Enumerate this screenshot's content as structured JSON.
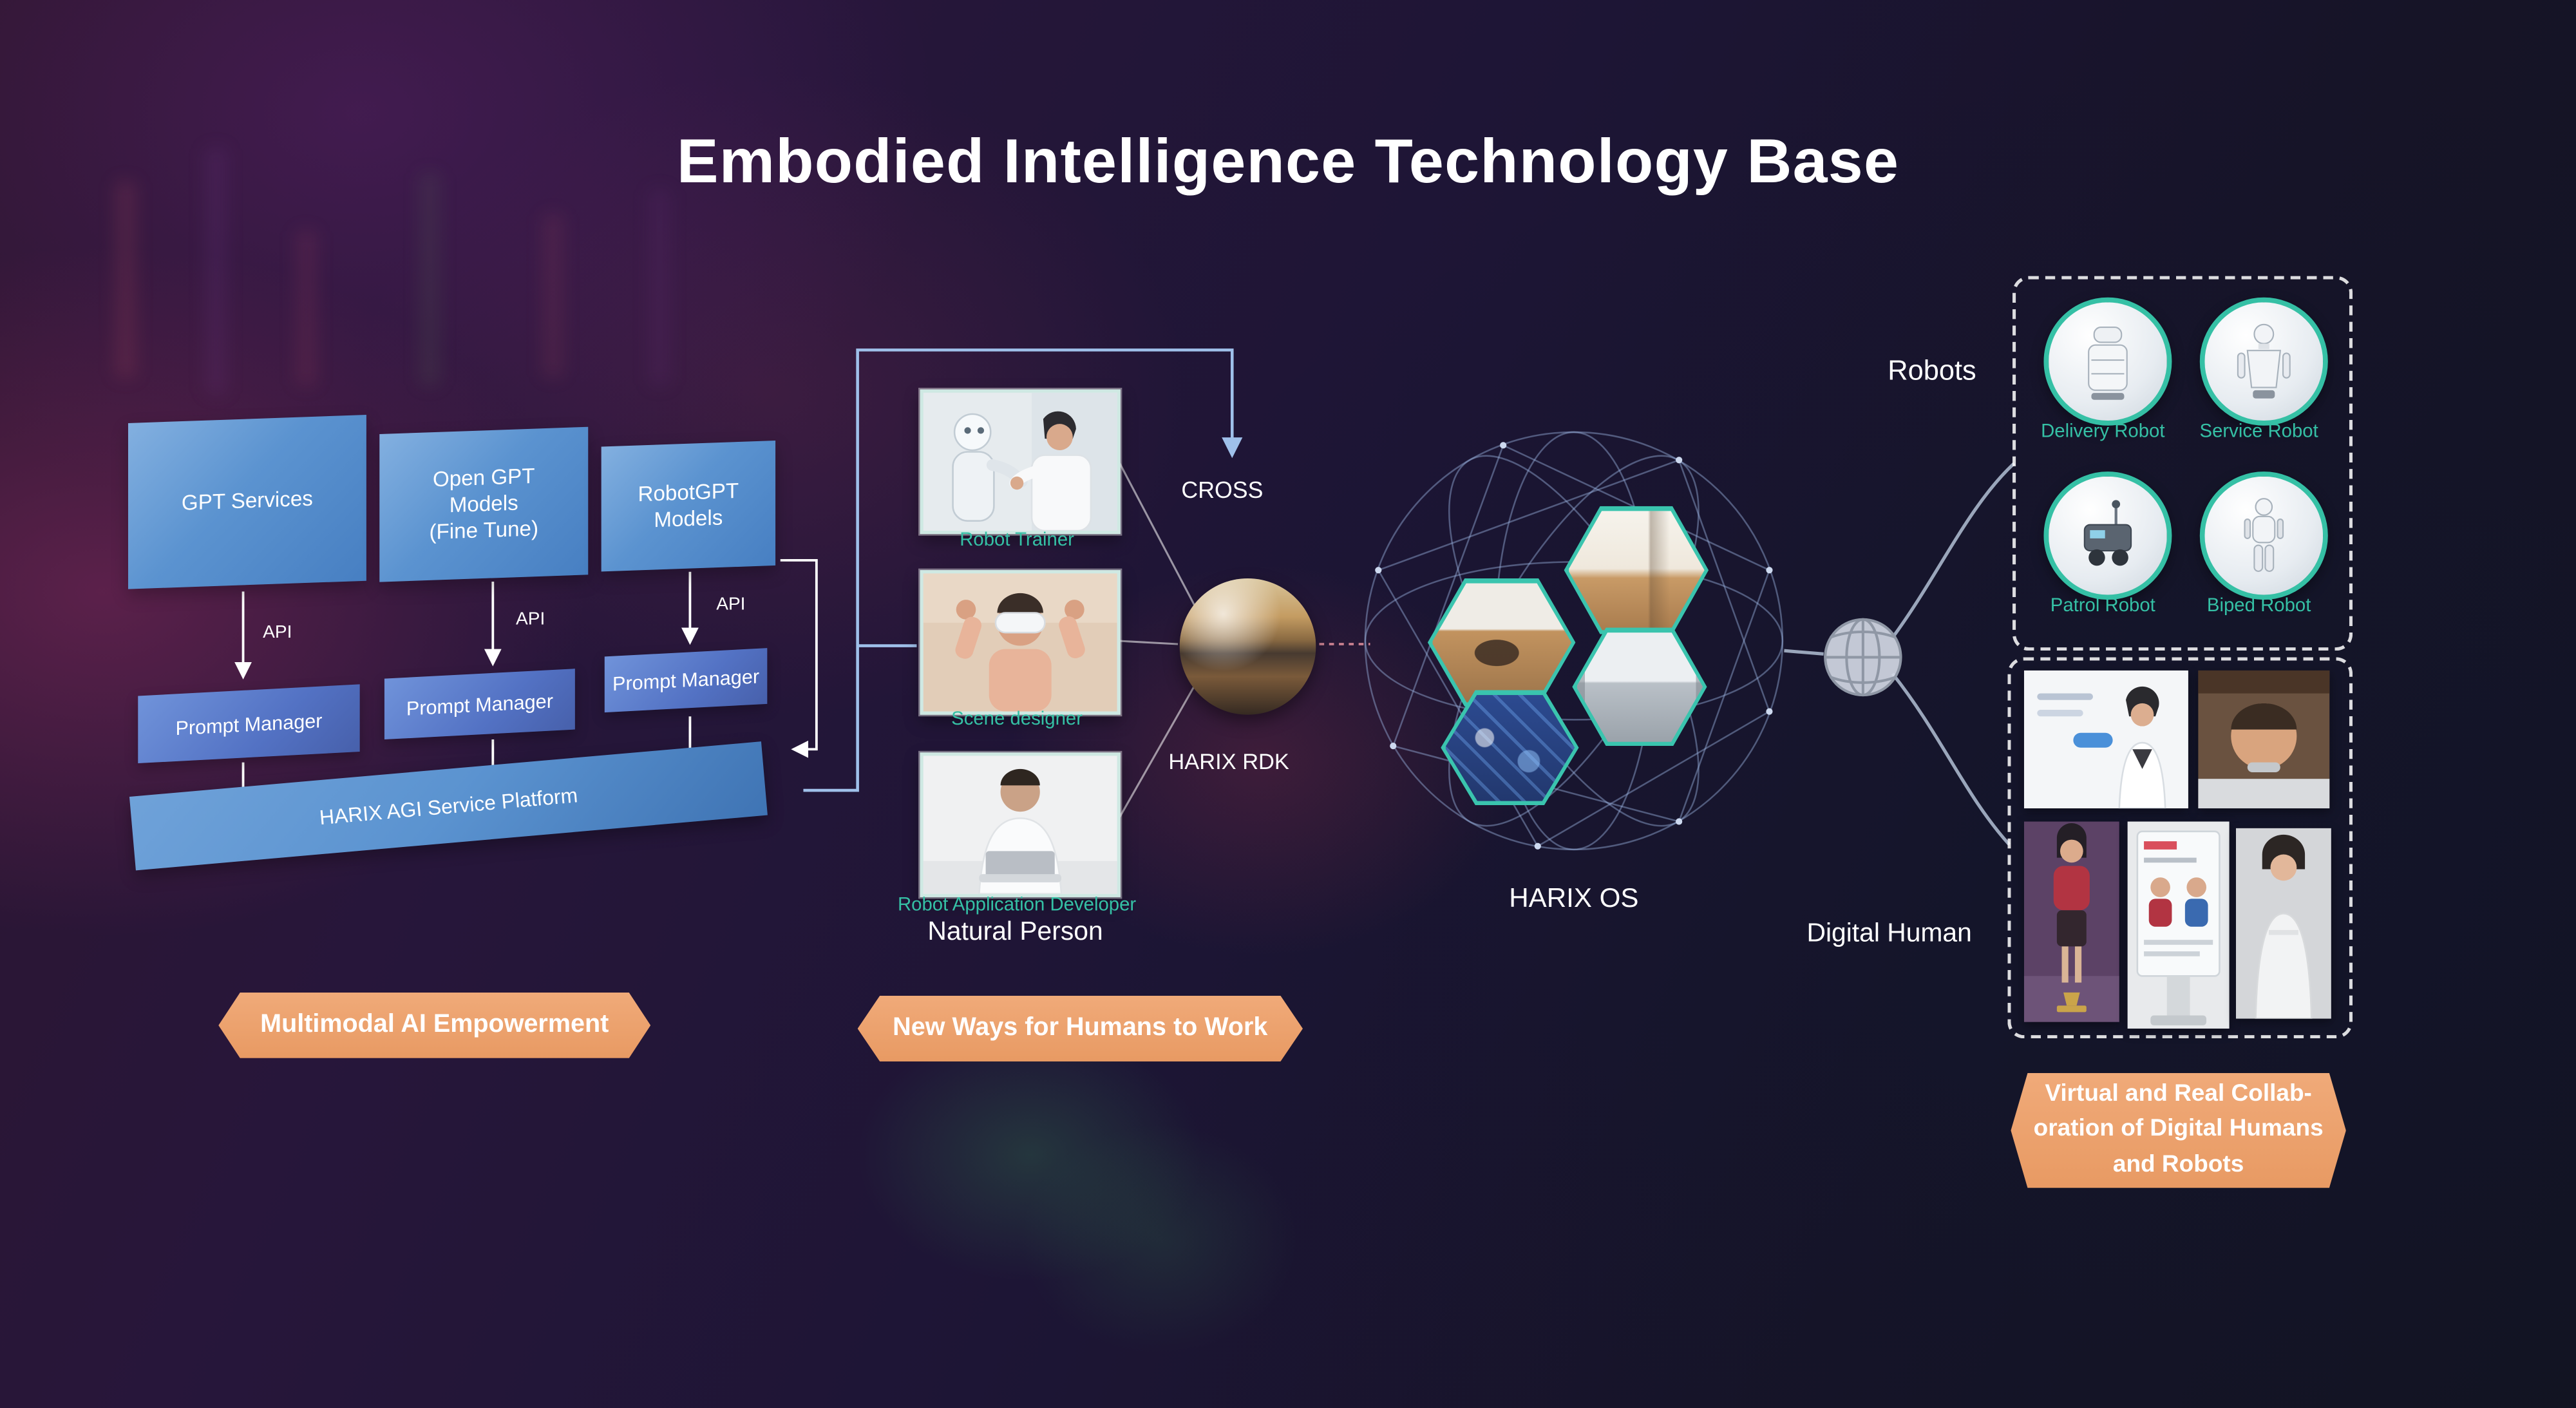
{
  "title": "Embodied Intelligence Technology Base",
  "ai_stack": {
    "models": [
      {
        "label": "GPT Services"
      },
      {
        "label": "Open GPT\nModels\n(Fine Tune)"
      },
      {
        "label": "RobotGPT\nModels"
      }
    ],
    "api_label": "API",
    "prompt_managers": [
      {
        "label": "Prompt Manager"
      },
      {
        "label": "Prompt Manager"
      },
      {
        "label": "Prompt Manager"
      }
    ],
    "platform_label": "HARIX AGI Service Platform",
    "banner": "Multimodal AI Empowerment"
  },
  "natural_person": {
    "cards": [
      {
        "label": "Robot Trainer"
      },
      {
        "label": "Scene designer"
      },
      {
        "label": "Robot Application Developer"
      }
    ],
    "group_label": "Natural Person",
    "cross_label": "CROSS",
    "rdk_label": "HARIX RDK",
    "banner": "New Ways for Humans to Work"
  },
  "harix_os": {
    "label": "HARIX OS"
  },
  "robots": {
    "group_label": "Robots",
    "items": [
      {
        "label": "Delivery Robot"
      },
      {
        "label": "Service Robot"
      },
      {
        "label": "Patrol Robot"
      },
      {
        "label": "Biped Robot"
      }
    ]
  },
  "digital_human": {
    "group_label": "Digital Human",
    "banner": "Virtual and Real Collab-\noration of Digital Humans\nand Robots"
  },
  "colors": {
    "teal": "#35c0a5",
    "banner_orange": "#ECA06B",
    "box_blue": "#5b93d0"
  }
}
